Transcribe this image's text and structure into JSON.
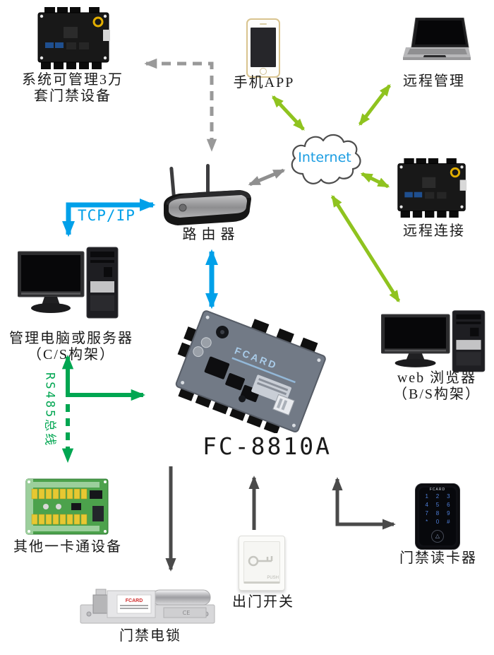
{
  "colors": {
    "blue": "#00a0e9",
    "lime": "#8fc31f",
    "green": "#00a651",
    "gray": "#8f8f8f",
    "gray_dashed": "#999999",
    "dark": "#4a4a4a",
    "internet_text": "#1b9de2",
    "label_text": "#1a1a1a"
  },
  "nodes": {
    "managed_devices": {
      "label_line1": "系统可管理3万",
      "label_line2": "套门禁设备"
    },
    "phone": {
      "label": "手机APP"
    },
    "remote_management": {
      "label": "远程管理"
    },
    "internet": {
      "label": "Internet"
    },
    "remote_connection": {
      "label": "远程连接"
    },
    "router": {
      "label": "路由器"
    },
    "management_pc": {
      "label_line1": "管理电脑或服务器",
      "label_line2": "（C/S构架）"
    },
    "controller": {
      "label": "FC-8810A",
      "board_brand": "FCARD"
    },
    "web_browser": {
      "label_line1": "web 浏览器",
      "label_line2": "（B/S构架）"
    },
    "other_devices": {
      "label": "其他一卡通设备"
    },
    "electric_lock": {
      "label": "门禁电锁",
      "brand": "FCARD"
    },
    "exit_button": {
      "label": "出门开关",
      "button_text": "PUSH"
    },
    "card_reader": {
      "label": "门禁读卡器",
      "brand": "FCARD",
      "keypad": [
        "1",
        "2",
        "3",
        "4",
        "5",
        "6",
        "7",
        "8",
        "9",
        "*",
        "0",
        "#"
      ]
    }
  },
  "edges": {
    "tcpip": {
      "label": "TCP/IP"
    },
    "rs485": {
      "label": "RS485总线"
    }
  }
}
